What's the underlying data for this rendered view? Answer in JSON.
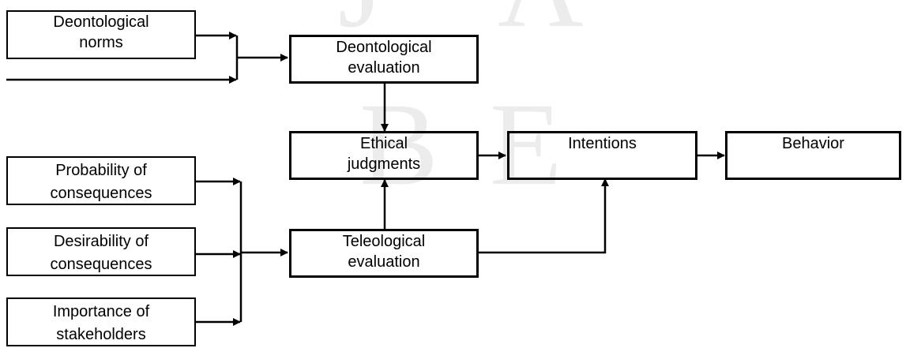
{
  "watermark": {
    "letters": [
      "J",
      "A",
      "B",
      "E"
    ],
    "color": "#ececec"
  },
  "boxes": {
    "deontological_norms": {
      "line1": "Deontological",
      "line2": "norms"
    },
    "deontological_evaluation": {
      "line1": "Deontological",
      "line2": "evaluation"
    },
    "ethical_judgments": {
      "line1": "Ethical",
      "line2": "judgments"
    },
    "intentions": {
      "line1": "Intentions"
    },
    "behavior": {
      "line1": "Behavior"
    },
    "probability_of_consequences": {
      "line1": "Probability of",
      "line2": "consequences"
    },
    "desirability_of_consequences": {
      "line1": "Desirability of",
      "line2": "consequences"
    },
    "importance_of_stakeholders": {
      "line1": "Importance of",
      "line2": "stakeholders"
    },
    "teleological_evaluation": {
      "line1": "Teleological",
      "line2": "evaluation"
    }
  }
}
